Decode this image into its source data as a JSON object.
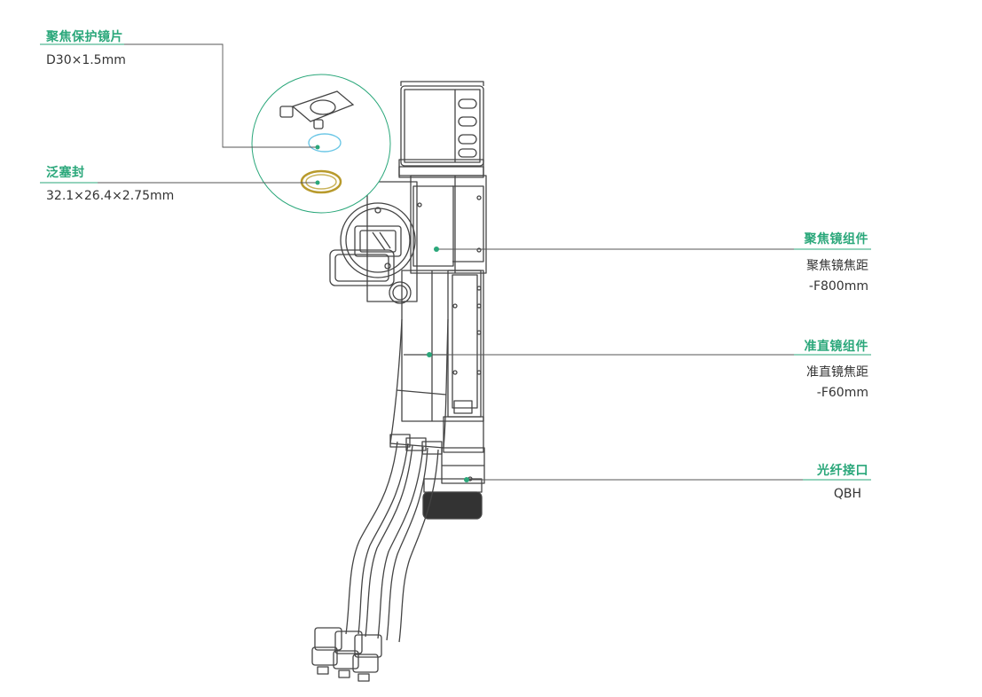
{
  "colors": {
    "accent": "#2aa77a",
    "text": "#333333",
    "line": "#555555"
  },
  "callouts": {
    "protective_lens": {
      "title": "聚焦保护镜片",
      "spec": "D30×1.5mm"
    },
    "seal": {
      "title": "泛塞封",
      "spec": "32.1×26.4×2.75mm"
    },
    "focus_assembly": {
      "title": "聚焦镜组件",
      "spec1": "聚焦镜焦距",
      "spec2": "-F800mm"
    },
    "collimator": {
      "title": "准直镜组件",
      "spec1": "准直镜焦距",
      "spec2": "-F60mm"
    },
    "fiber_port": {
      "title": "光纤接口",
      "spec": "QBH"
    }
  }
}
